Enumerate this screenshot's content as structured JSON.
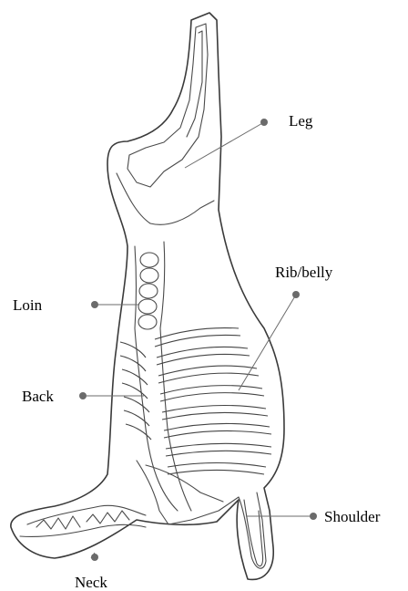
{
  "diagram": {
    "labels": {
      "leg": "Leg",
      "rib_belly": "Rib/belly",
      "loin": "Loin",
      "back": "Back",
      "shoulder": "Shoulder",
      "neck": "Neck"
    },
    "colors": {
      "outline": "#3a3a3a",
      "leader": "#6b6b6b",
      "text": "#000000"
    }
  }
}
